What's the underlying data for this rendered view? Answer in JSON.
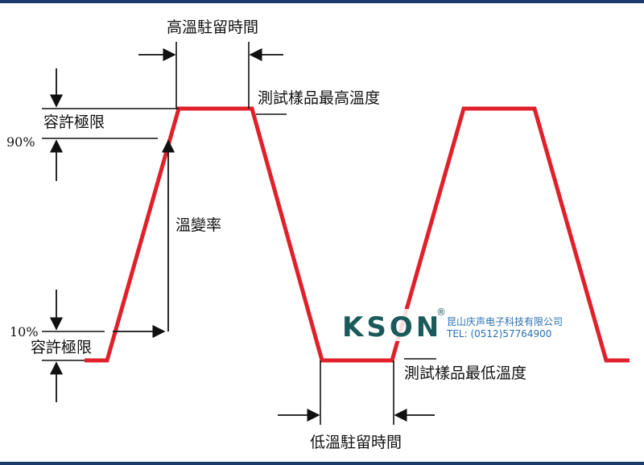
{
  "labels": {
    "high_dwell": "高溫駐留時間",
    "max_temp": "測試樣品最高溫度",
    "tolerance_top": "容許極限",
    "pct_90": "90%",
    "ramp_rate": "溫變率",
    "pct_10": "10%",
    "tolerance_bottom": "容許極限",
    "min_temp": "測試樣品最低溫度",
    "low_dwell": "低溫駐留時間"
  },
  "logo": {
    "brand": "KSON",
    "registered": "®",
    "company_name": "昆山庆声电子科技有限公司",
    "tel": "TEL: (0512)57764900"
  },
  "colors": {
    "frame_bar": "#1c3a6b",
    "profile": "#e0202a",
    "ink": "#111111",
    "logo": "#1a5a5a",
    "company": "#2a6fb0"
  }
}
